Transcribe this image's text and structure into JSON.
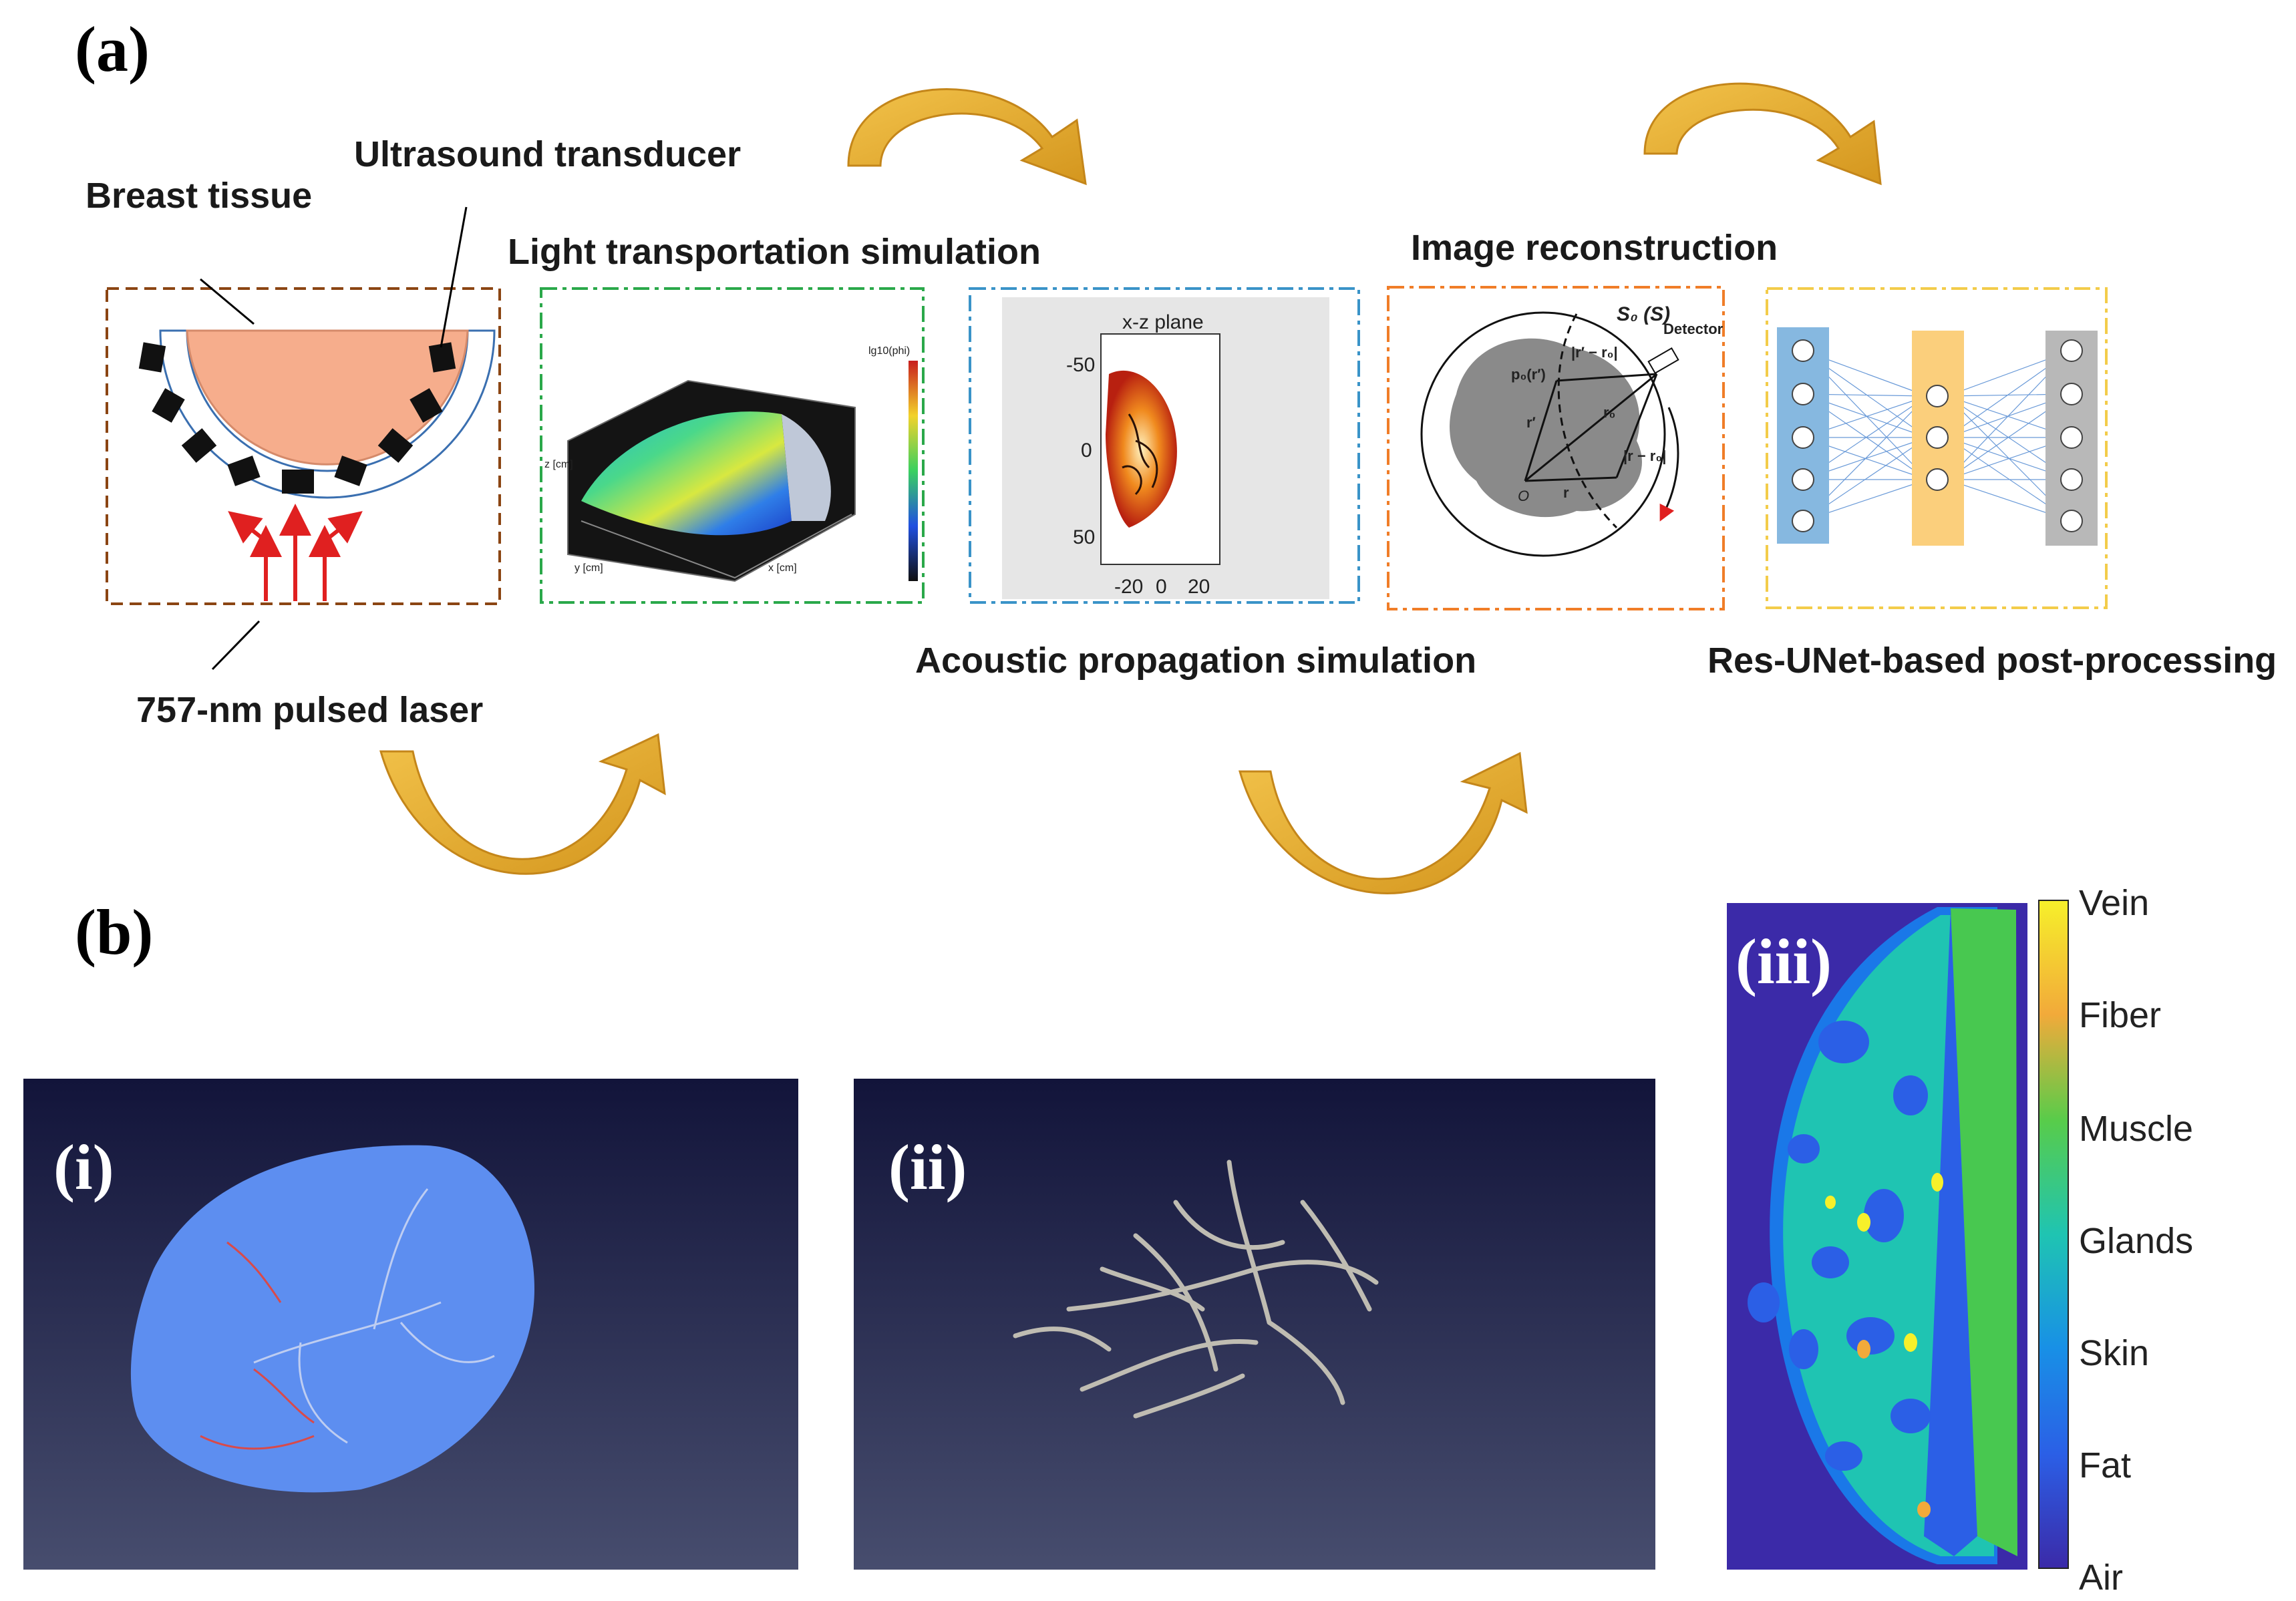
{
  "panel_a": {
    "label": "(a)",
    "breast_tissue": "Breast tissue",
    "ultrasound_transducer": "Ultrasound transducer",
    "laser": "757-nm pulsed laser",
    "light_sim": "Light transportation simulation",
    "acoustic_sim": "Acoustic propagation simulation",
    "image_recon": "Image reconstruction",
    "resunet": "Res-UNet-based post-processing",
    "light_plot": {
      "colorbar_title": "lg10(phi)",
      "z_label": "z [cm]",
      "y_label": "y [cm]",
      "x_label": "x [cm]"
    },
    "acoustic_plot": {
      "title": "x-z plane",
      "y_ticks": [
        "-50",
        "0",
        "50"
      ],
      "x_ticks": [
        "-20",
        "0",
        "20"
      ]
    },
    "recon_diagram": {
      "s0_label": "S₀ (S)",
      "detector": "Detector",
      "p0": "p₀(r′)",
      "r_minus_r0_top": "|r′ − r₀|",
      "r_prime": "r′",
      "r0": "r₀",
      "r": "r",
      "origin": "O",
      "r_minus_r0_bottom": "|r − r₀|"
    }
  },
  "panel_b": {
    "label": "(b)",
    "sub_i": "(i)",
    "sub_ii": "(ii)",
    "sub_iii": "(iii)",
    "colorbar_labels": [
      "Vein",
      "Fiber",
      "Muscle",
      "Glands",
      "Skin",
      "Fat",
      "Air"
    ]
  },
  "colors": {
    "arrow_gold": "#e0a82e",
    "box_brown": "#8b4513",
    "box_green": "#2aa84a",
    "box_blue": "#3a93c8",
    "box_orange": "#f07d28",
    "box_yellow": "#f3cc4a",
    "laser_red": "#e02020",
    "breast_fill": "#f6ad8c"
  }
}
